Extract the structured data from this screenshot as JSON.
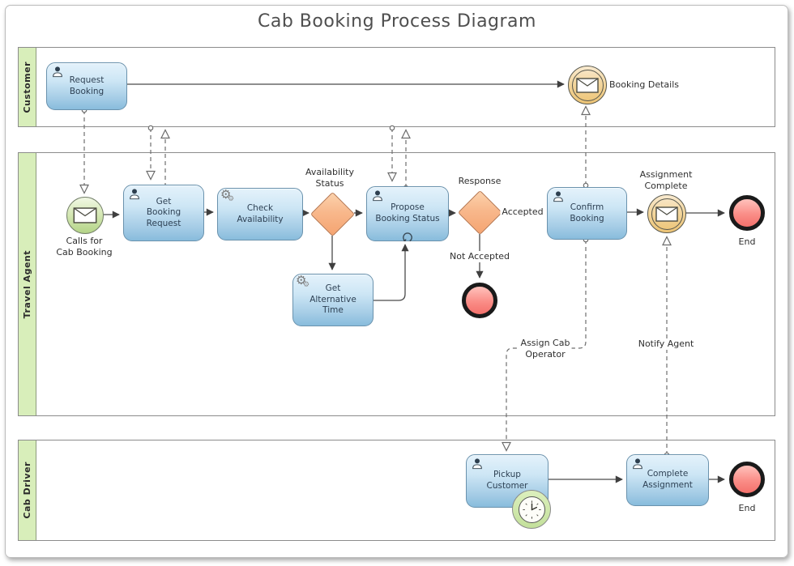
{
  "title": "Cab Booking Process Diagram",
  "lanes": {
    "customer": "Customer",
    "travel_agent": "Travel Agent",
    "cab_driver": "Cab Driver"
  },
  "tasks": {
    "request_booking": "Request\nBooking",
    "get_booking_request": "Get\nBooking\nRequest",
    "check_availability": "Check\nAvailability",
    "propose_booking_status": "Propose\nBooking Status",
    "get_alternative_time": "Get\nAlternative\nTime",
    "confirm_booking": "Confirm\nBooking",
    "pickup_customer": "Pickup\nCustomer",
    "complete_assignment": "Complete\nAssignment"
  },
  "events": {
    "calls_for_cab_booking": "Calls for\nCab Booking",
    "booking_details": "Booking Details",
    "assignment_complete": "Assignment\nComplete",
    "end_travel_agent": "End",
    "end_cab_driver": "End"
  },
  "gateways": {
    "availability_status": "Availability\nStatus",
    "response": "Response"
  },
  "flow_labels": {
    "accepted": "Accepted",
    "not_accepted": "Not Accepted",
    "assign_cab_operator": "Assign Cab\nOperator",
    "notify_agent": "Notify Agent"
  },
  "colors": {
    "task_fill": "#88bcdc",
    "gateway_fill": "#f5a471",
    "start_event_fill": "#b4d488",
    "message_event_fill": "#edc475",
    "end_event_fill": "#f4716c",
    "lane_strip_fill": "#d8eeba"
  }
}
